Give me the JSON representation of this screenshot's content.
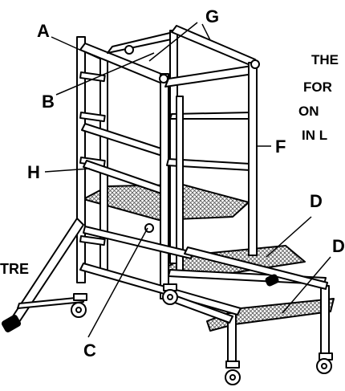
{
  "labels": {
    "a": "A",
    "b": "B",
    "c": "C",
    "d1": "D",
    "d2": "D",
    "f": "F",
    "g": "G",
    "h": "H",
    "outrigger_fragment": "TRE"
  },
  "notes": {
    "line1": "THE",
    "line2": "FOR",
    "line3": "ON",
    "line4": "IN L"
  },
  "colors": {
    "line": "#000000",
    "frame_fill": "#ffffff",
    "platform_mesh": "#555555"
  }
}
